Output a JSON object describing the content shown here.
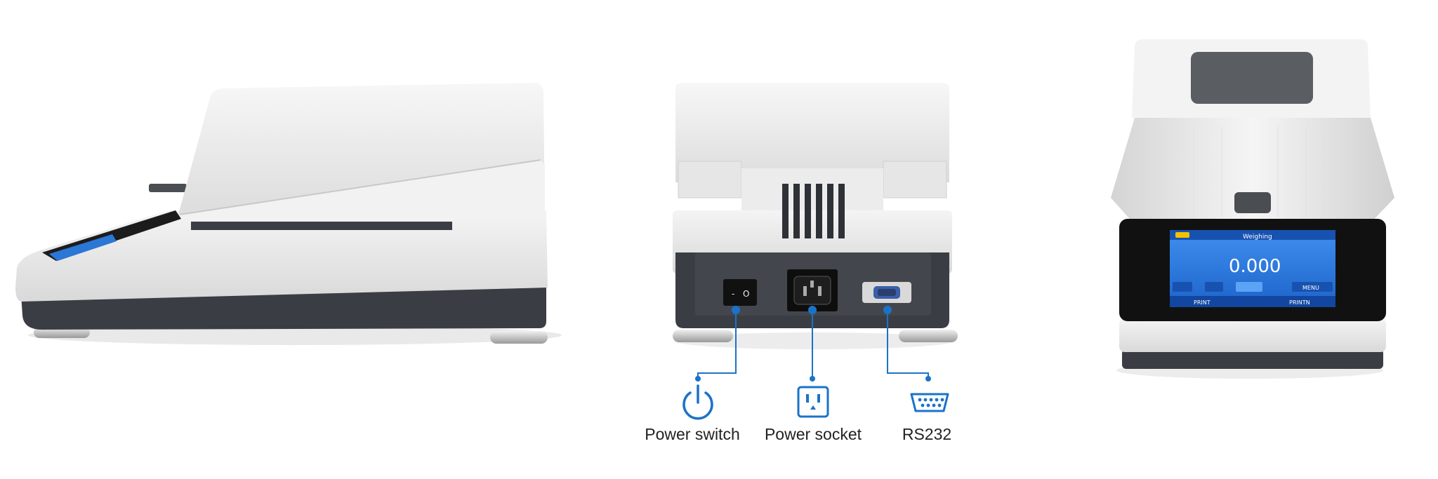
{
  "connectors": [
    {
      "label": "Power switch",
      "icon": "power-icon"
    },
    {
      "label": "Power socket",
      "icon": "outlet-icon"
    },
    {
      "label": "RS232",
      "icon": "serial-port-icon"
    }
  ],
  "display": {
    "mode": "Weighing",
    "reading": "0.000",
    "print_left": "PRINT",
    "print_right": "PRINTN",
    "menu": "MENU"
  },
  "colors": {
    "accent": "#1a73c9",
    "body_white": "#eeeeee",
    "base_dark": "#3a3e44",
    "screen_blue": "#1e6fd8"
  }
}
